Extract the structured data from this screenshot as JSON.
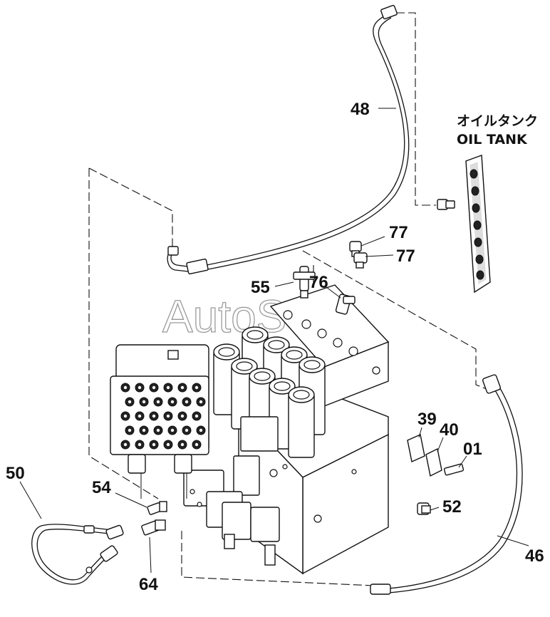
{
  "watermark": "AutoSoft",
  "oil_tank": {
    "label_jp": "オイルタンク",
    "label_en": "OIL TANK"
  },
  "callouts": {
    "p48": "48",
    "p77a": "77",
    "p77b": "77",
    "p55": "55",
    "p76": "76",
    "p39": "39",
    "p40": "40",
    "p01": "01",
    "p50": "50",
    "p54": "54",
    "p52": "52",
    "p64": "64",
    "p46": "46"
  }
}
